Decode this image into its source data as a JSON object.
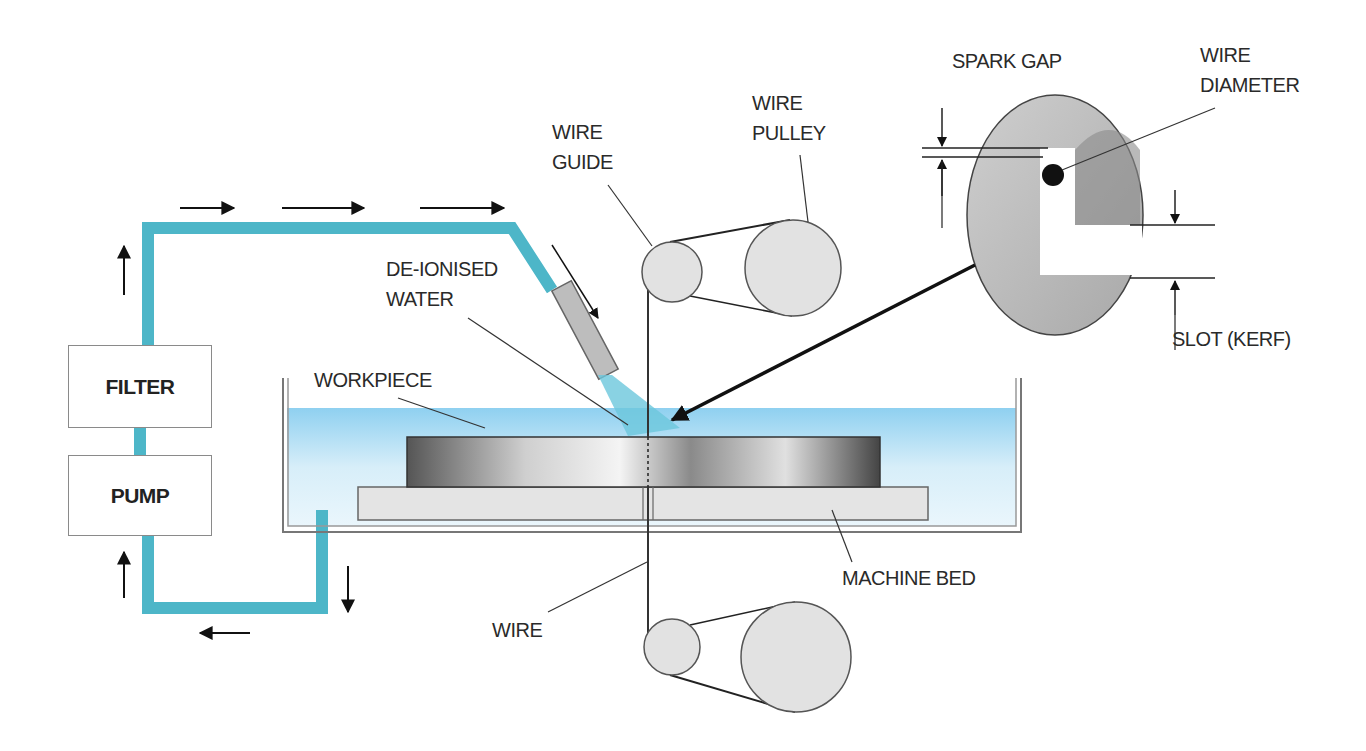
{
  "diagram": {
    "nodes": [
      {
        "text": [
          "FILTER"
        ]
      },
      {
        "text": [
          "PUMP"
        ]
      }
    ],
    "edges": [
      {
        "from": 1,
        "to": 0,
        "arrow": "none"
      }
    ],
    "labels": [
      "SPARK GAP",
      "WIRE DIAMETER",
      "WIRE PULLEY",
      "WIRE GUIDE",
      "DE-IONISED WATER",
      "WORKPIECE",
      "SLOT (KERF)",
      "MACHINE BED",
      "WIRE"
    ]
  }
}
